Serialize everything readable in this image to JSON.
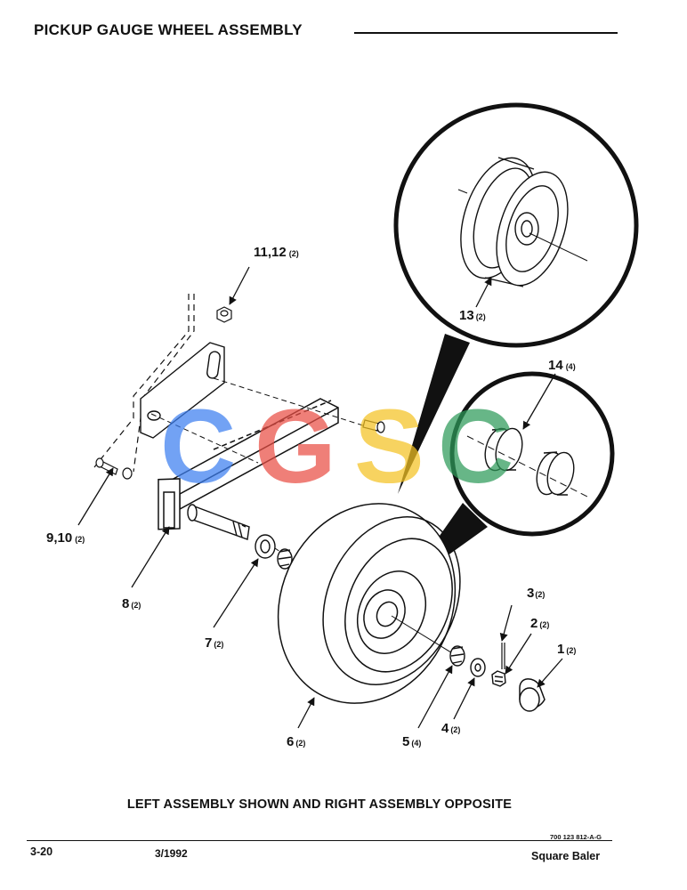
{
  "header": {
    "title": "PICKUP GAUGE WHEEL ASSEMBLY"
  },
  "callouts": [
    {
      "num": "11,12",
      "qty": "(2)"
    },
    {
      "num": "13",
      "qty": "(2)"
    },
    {
      "num": "14",
      "qty": "(4)"
    },
    {
      "num": "9,10",
      "qty": "(2)"
    },
    {
      "num": "8",
      "qty": "(2)"
    },
    {
      "num": "7",
      "qty": "(2)"
    },
    {
      "num": "6",
      "qty": "(2)"
    },
    {
      "num": "5",
      "qty": "(4)"
    },
    {
      "num": "4",
      "qty": "(2)"
    },
    {
      "num": "3",
      "qty": "(2)"
    },
    {
      "num": "2",
      "qty": "(2)"
    },
    {
      "num": "1",
      "qty": "(2)"
    }
  ],
  "watermark": {
    "letters": [
      "C",
      "G",
      "S",
      "C"
    ],
    "colors": [
      "#3d7ff0",
      "#ea4e45",
      "#f5c324",
      "#2e9b5a"
    ]
  },
  "note": "LEFT ASSEMBLY SHOWN AND RIGHT ASSEMBLY OPPOSITE",
  "footer": {
    "page": "3-20",
    "date": "3/1992",
    "doc_number": "700 123 812-A-G",
    "product": "Square Baler"
  }
}
